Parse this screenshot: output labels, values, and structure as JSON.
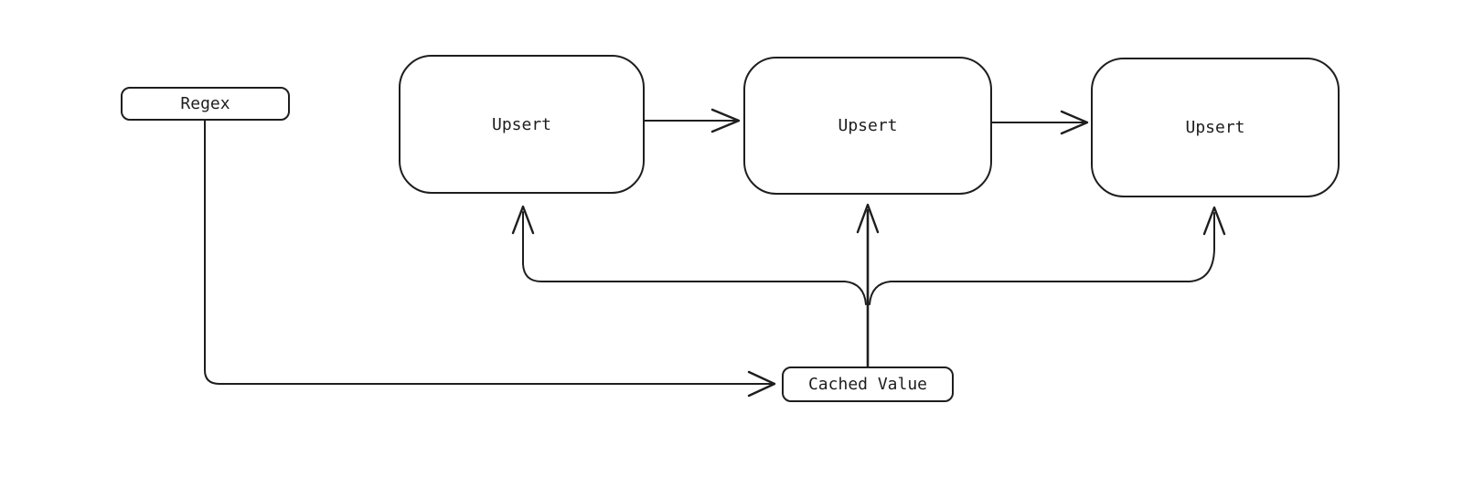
{
  "diagram": {
    "type": "flowchart",
    "background_color": "#ffffff",
    "stroke_color": "#1e1e1e",
    "nodes": [
      {
        "id": "regex",
        "label": "Regex",
        "shape": "small-rounded-rect"
      },
      {
        "id": "upsert-1",
        "label": "Upsert",
        "shape": "large-rounded-rect"
      },
      {
        "id": "upsert-2",
        "label": "Upsert",
        "shape": "large-rounded-rect"
      },
      {
        "id": "upsert-3",
        "label": "Upsert",
        "shape": "large-rounded-rect"
      },
      {
        "id": "cached-value",
        "label": "Cached Value",
        "shape": "small-rounded-rect"
      }
    ],
    "edges": [
      {
        "from": "upsert-1",
        "to": "upsert-2",
        "style": "arrow"
      },
      {
        "from": "upsert-2",
        "to": "upsert-3",
        "style": "arrow"
      },
      {
        "from": "regex",
        "to": "cached-value",
        "style": "elbow-arrow"
      },
      {
        "from": "cached-value",
        "to": "upsert-1",
        "style": "elbow-arrow"
      },
      {
        "from": "cached-value",
        "to": "upsert-2",
        "style": "arrow"
      },
      {
        "from": "cached-value",
        "to": "upsert-3",
        "style": "elbow-arrow"
      }
    ]
  }
}
